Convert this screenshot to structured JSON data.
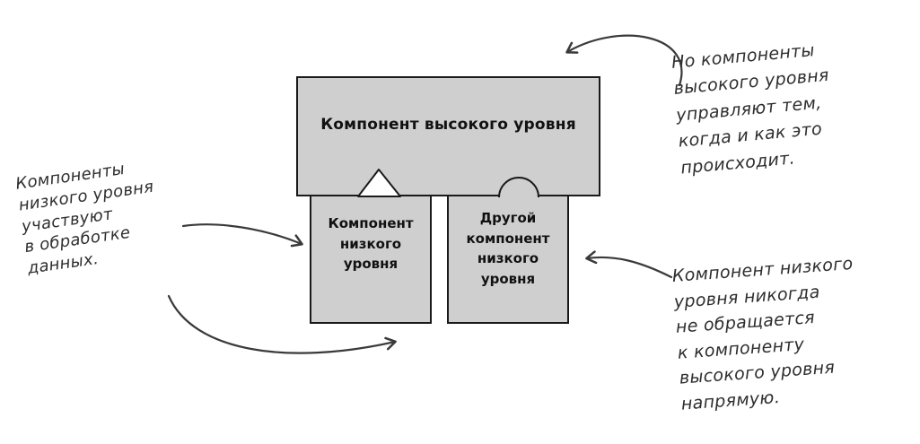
{
  "diagram": {
    "high_level_box": {
      "label": "Компонент высокого уровня"
    },
    "low_level_box_left": {
      "label": "Компонент низкого уровня"
    },
    "low_level_box_right": {
      "label": "Другой компонент низкого уровня"
    },
    "connectors": {
      "left": "triangle-notch",
      "right": "round-knob"
    },
    "colors": {
      "background": "#ffffff",
      "box_fill": "#cfcfcf",
      "box_border": "#1a1a1a",
      "annotation_ink": "#2e2e2e",
      "arrow_ink": "#3a3a3a"
    }
  },
  "annotations": {
    "left": {
      "text": "Компоненты\nнизкого уровня\nучаствуют\nв обработке\nданных."
    },
    "top_right": {
      "text": "Но компоненты\nвысокого уровня\nуправляют тем,\nкогда и как это\nпроисходит."
    },
    "bottom_right": {
      "text": "Компонент низкого\nуровня никогда\nне обращается\nк компоненту\nвысокого уровня\nнапрямую."
    }
  }
}
